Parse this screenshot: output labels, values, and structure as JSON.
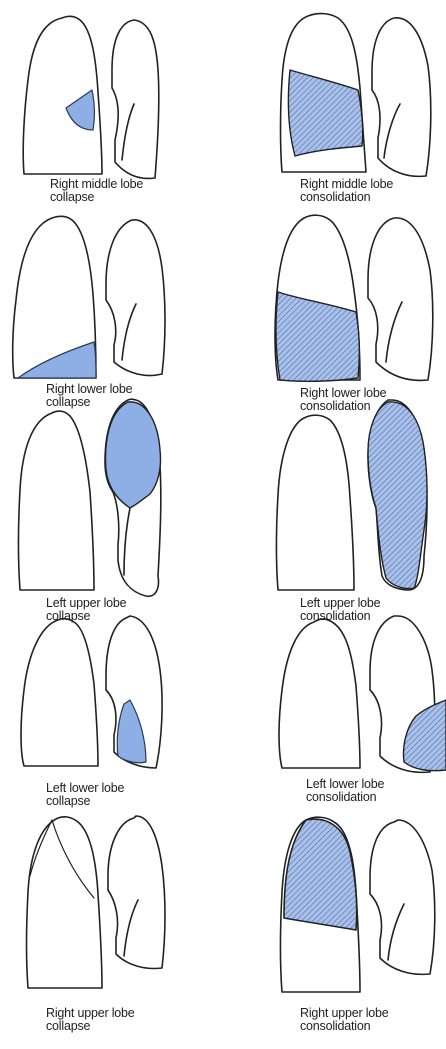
{
  "colors": {
    "outline": "#222222",
    "collapse_fill": "#8eaee6",
    "consolidation_fill": "#a9c1ea",
    "hatch_line": "#4f6fa6"
  },
  "panels": [
    {
      "id": "rml-collapse",
      "line1": "Right middle lobe",
      "line2": "collapse"
    },
    {
      "id": "rml-consolidation",
      "line1": "Right middle lobe",
      "line2": "consolidation"
    },
    {
      "id": "rll-collapse",
      "line1": "Right lower lobe",
      "line2": "collapse"
    },
    {
      "id": "rll-consolidation",
      "line1": "Right lower lobe",
      "line2": "consolidation"
    },
    {
      "id": "lul-collapse",
      "line1": "Left upper lobe",
      "line2": "collapse"
    },
    {
      "id": "lul-consolidation",
      "line1": "Left upper lobe",
      "line2": "consolidation"
    },
    {
      "id": "lll-collapse",
      "line1": "Left lower lobe",
      "line2": "collapse"
    },
    {
      "id": "lll-consolidation",
      "line1": "Left lower lobe",
      "line2": "consolidation"
    },
    {
      "id": "rul-collapse",
      "line1": "Right upper lobe",
      "line2": "collapse"
    },
    {
      "id": "rul-consolidation",
      "line1": "Right upper lobe",
      "line2": "consolidation"
    }
  ]
}
